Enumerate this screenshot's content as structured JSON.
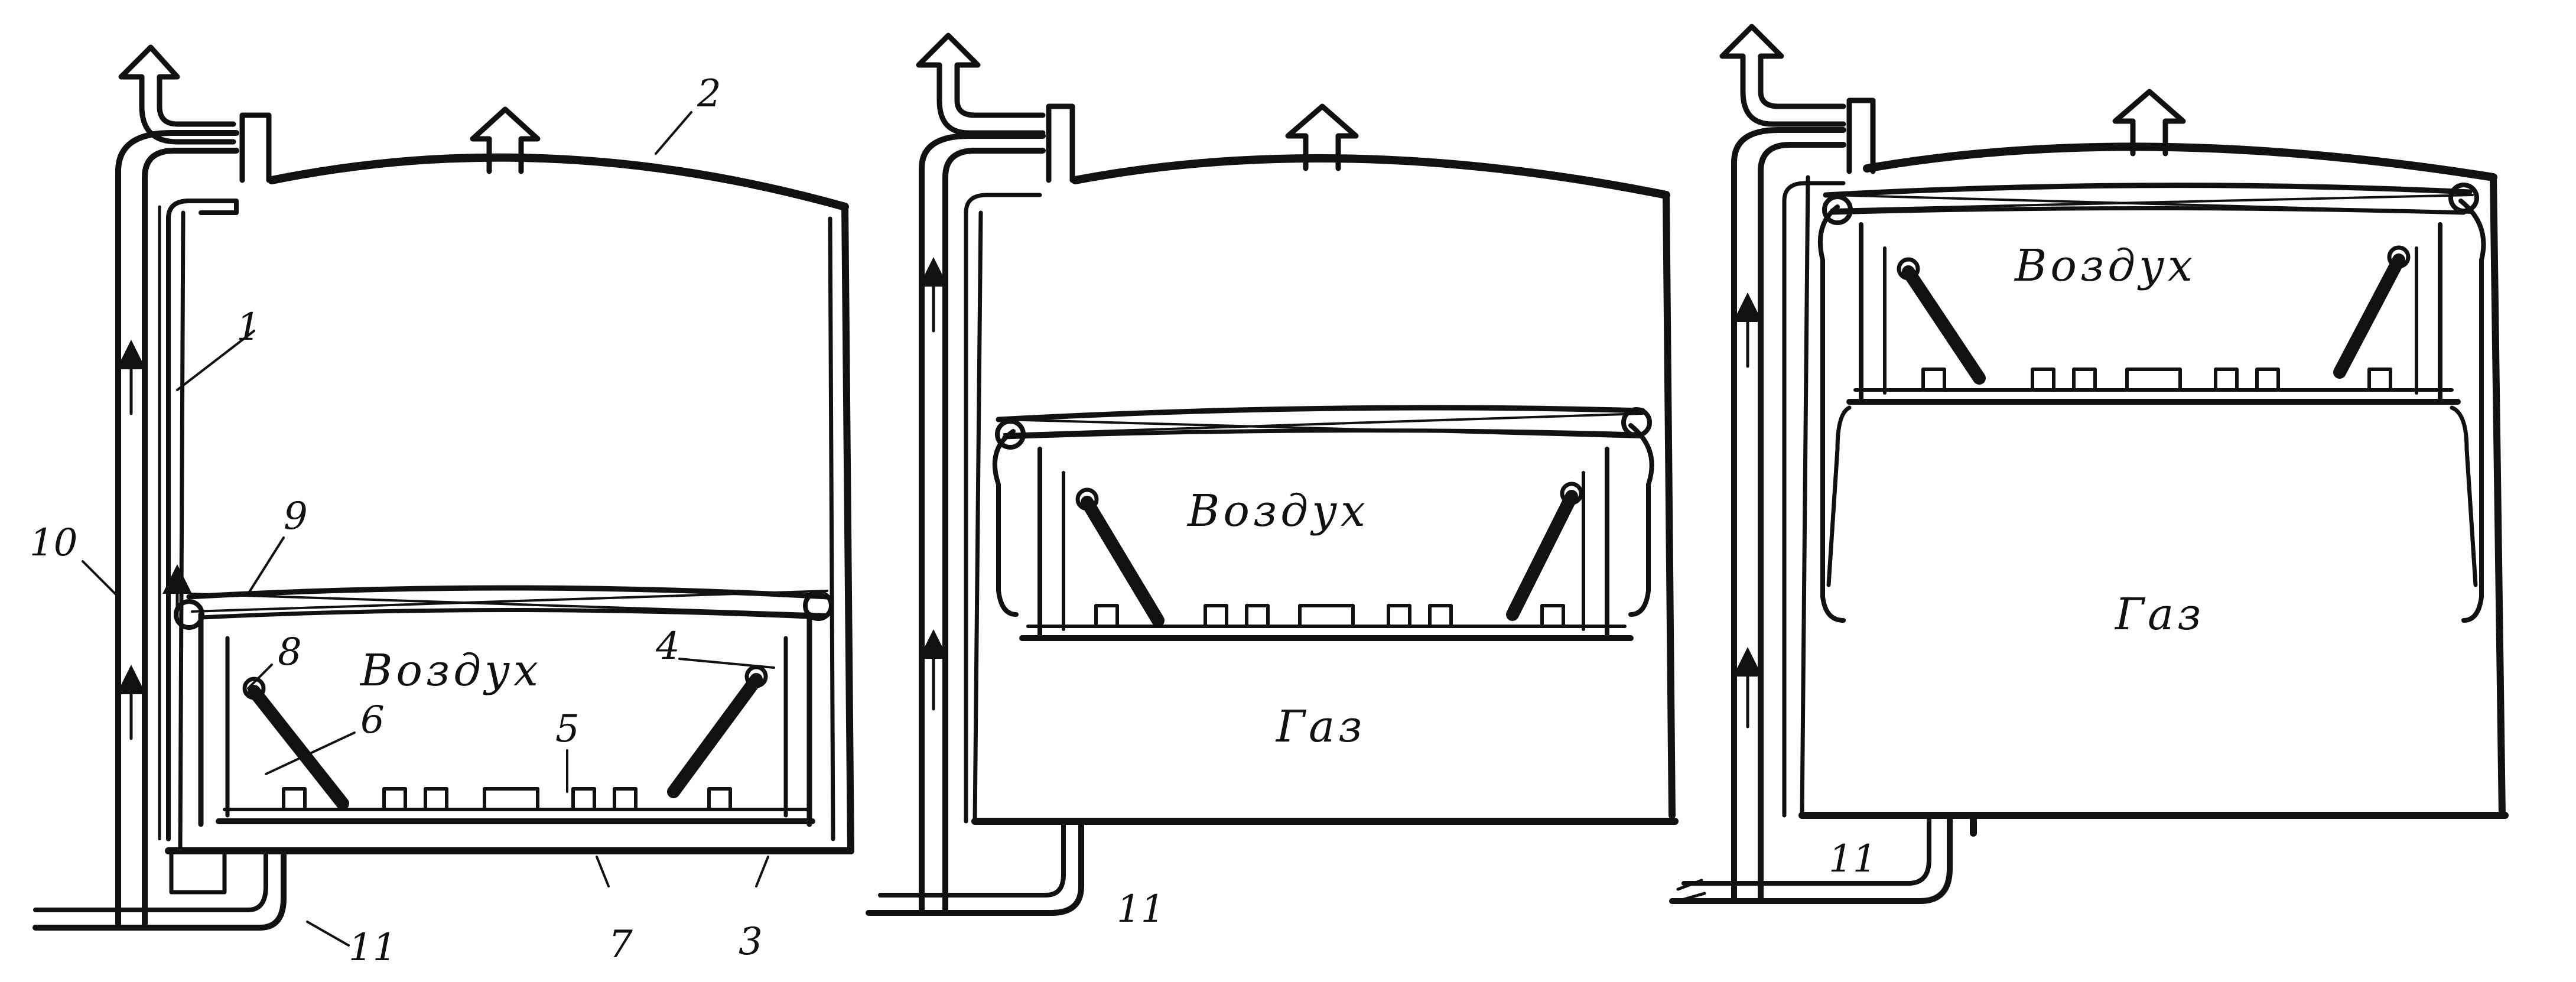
{
  "labels": {
    "n1": "1",
    "n2": "2",
    "n3": "3",
    "n4": "4",
    "n5": "5",
    "n6": "6",
    "n7": "7",
    "n8": "8",
    "n9": "9",
    "n10": "10",
    "n11_a": "11",
    "n11_b": "11",
    "n11_c": "11"
  },
  "panels": [
    {
      "upper": "Воздух",
      "lower": ""
    },
    {
      "upper": "Воздух",
      "lower": "Газ"
    },
    {
      "upper": "Воздух",
      "lower": "Газ"
    }
  ],
  "colors": {
    "ink": "#111111",
    "paper": "#ffffff"
  }
}
